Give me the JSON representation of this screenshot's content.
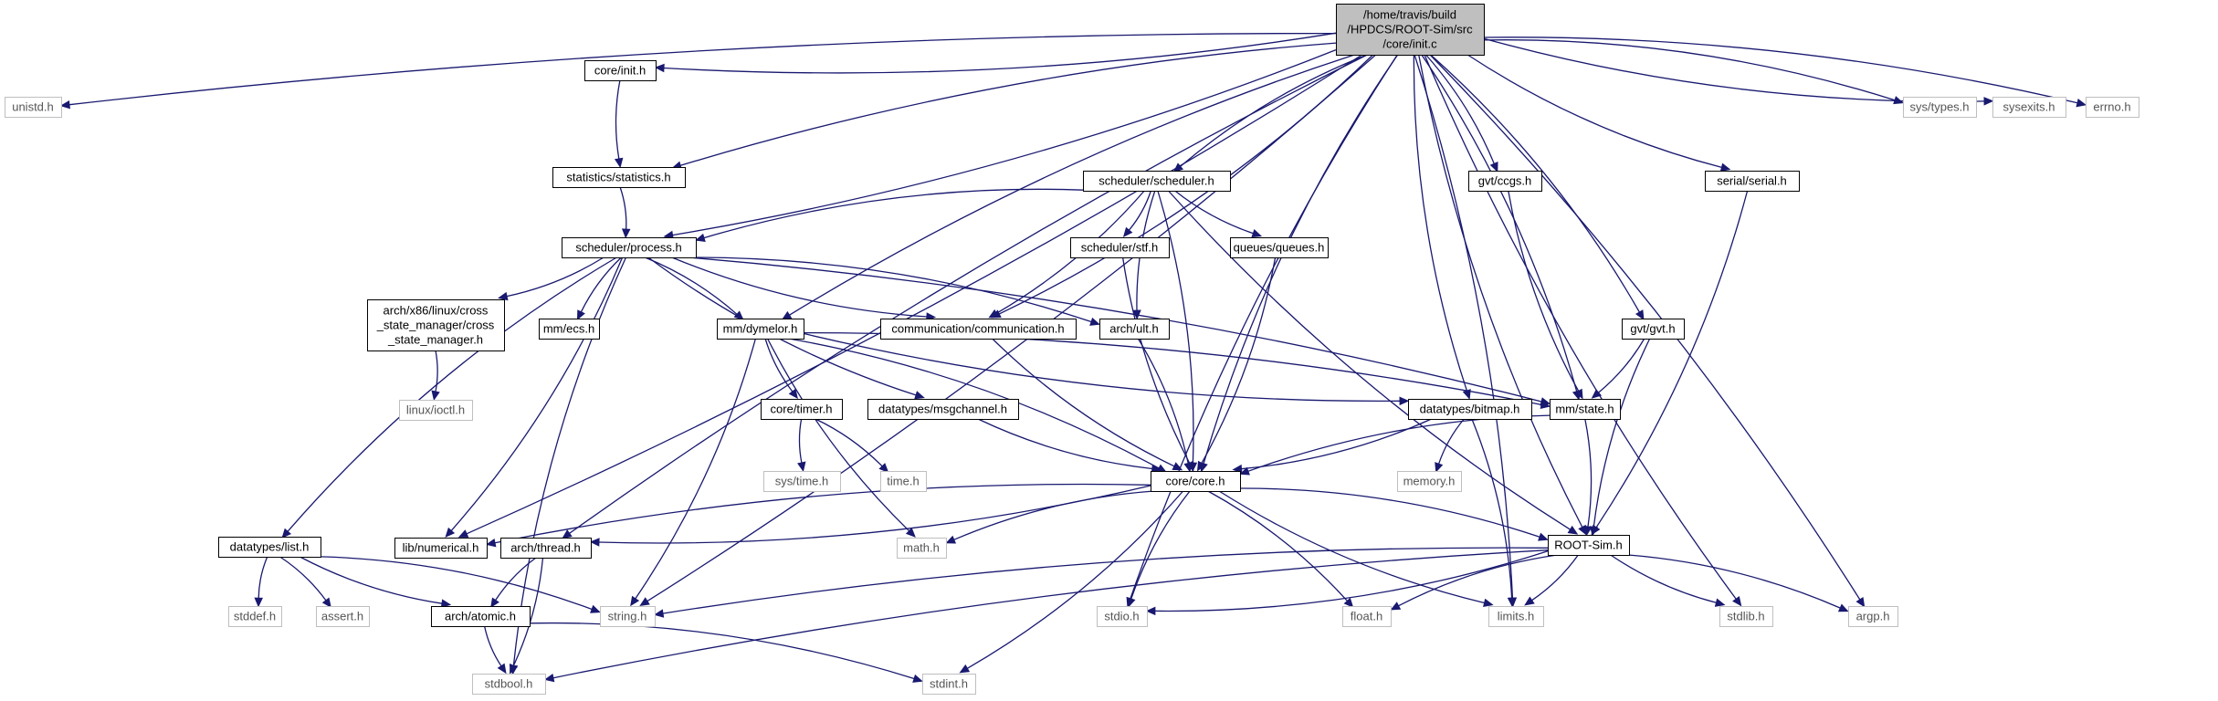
{
  "graph": {
    "root": "/home/travis/build/HPDCS/ROOT-Sim/src/core/init.c",
    "root_lines": [
      "/home/travis/build",
      "/HPDCS/ROOT-Sim/src",
      "/core/init.c"
    ],
    "nodes": [
      {
        "id": "init_c",
        "label": "/home/travis/build\n/HPDCS/ROOT-Sim/src\n/core/init.c",
        "kind": "root"
      },
      {
        "id": "unistd",
        "label": "unistd.h",
        "kind": "system"
      },
      {
        "id": "core_init_h",
        "label": "core/init.h",
        "kind": "project"
      },
      {
        "id": "statistics",
        "label": "statistics/statistics.h",
        "kind": "project"
      },
      {
        "id": "process",
        "label": "scheduler/process.h",
        "kind": "project"
      },
      {
        "id": "scheduler",
        "label": "scheduler/scheduler.h",
        "kind": "project"
      },
      {
        "id": "gvt_ccgs",
        "label": "gvt/ccgs.h",
        "kind": "project"
      },
      {
        "id": "serial",
        "label": "serial/serial.h",
        "kind": "project"
      },
      {
        "id": "sys_types",
        "label": "sys/types.h",
        "kind": "system"
      },
      {
        "id": "sysexits",
        "label": "sysexits.h",
        "kind": "system"
      },
      {
        "id": "errno",
        "label": "errno.h",
        "kind": "system"
      },
      {
        "id": "cross_state",
        "label": "arch/x86/linux/cross\n_state_manager/cross\n_state_manager.h",
        "kind": "project"
      },
      {
        "id": "mm_ecs",
        "label": "mm/ecs.h",
        "kind": "project"
      },
      {
        "id": "dymelor",
        "label": "mm/dymelor.h",
        "kind": "project"
      },
      {
        "id": "communication",
        "label": "communication/communication.h",
        "kind": "project"
      },
      {
        "id": "arch_ult",
        "label": "arch/ult.h",
        "kind": "project"
      },
      {
        "id": "sched_stf",
        "label": "scheduler/stf.h",
        "kind": "project"
      },
      {
        "id": "queues",
        "label": "queues/queues.h",
        "kind": "project"
      },
      {
        "id": "gvt_gvt",
        "label": "gvt/gvt.h",
        "kind": "project"
      },
      {
        "id": "linux_ioctl",
        "label": "linux/ioctl.h",
        "kind": "system"
      },
      {
        "id": "core_timer",
        "label": "core/timer.h",
        "kind": "project"
      },
      {
        "id": "msgchannel",
        "label": "datatypes/msgchannel.h",
        "kind": "project"
      },
      {
        "id": "bitmap",
        "label": "datatypes/bitmap.h",
        "kind": "project"
      },
      {
        "id": "mm_state",
        "label": "mm/state.h",
        "kind": "project"
      },
      {
        "id": "sys_time",
        "label": "sys/time.h",
        "kind": "system"
      },
      {
        "id": "time_h",
        "label": "time.h",
        "kind": "system"
      },
      {
        "id": "memory",
        "label": "memory.h",
        "kind": "system"
      },
      {
        "id": "core_core",
        "label": "core/core.h",
        "kind": "project"
      },
      {
        "id": "dt_list",
        "label": "datatypes/list.h",
        "kind": "project"
      },
      {
        "id": "numerical",
        "label": "lib/numerical.h",
        "kind": "project"
      },
      {
        "id": "arch_thread",
        "label": "arch/thread.h",
        "kind": "project"
      },
      {
        "id": "math",
        "label": "math.h",
        "kind": "system"
      },
      {
        "id": "rootsim",
        "label": "ROOT-Sim.h",
        "kind": "project"
      },
      {
        "id": "stddef",
        "label": "stddef.h",
        "kind": "system"
      },
      {
        "id": "assert",
        "label": "assert.h",
        "kind": "system"
      },
      {
        "id": "arch_atomic",
        "label": "arch/atomic.h",
        "kind": "project"
      },
      {
        "id": "string",
        "label": "string.h",
        "kind": "system"
      },
      {
        "id": "stdio",
        "label": "stdio.h",
        "kind": "system"
      },
      {
        "id": "float",
        "label": "float.h",
        "kind": "system"
      },
      {
        "id": "limits",
        "label": "limits.h",
        "kind": "system"
      },
      {
        "id": "stdlib",
        "label": "stdlib.h",
        "kind": "system"
      },
      {
        "id": "argp",
        "label": "argp.h",
        "kind": "system"
      },
      {
        "id": "stdbool",
        "label": "stdbool.h",
        "kind": "system"
      },
      {
        "id": "stdint",
        "label": "stdint.h",
        "kind": "system"
      }
    ],
    "edges": [
      [
        "init_c",
        "unistd"
      ],
      [
        "init_c",
        "core_init_h"
      ],
      [
        "init_c",
        "statistics"
      ],
      [
        "init_c",
        "process"
      ],
      [
        "init_c",
        "scheduler"
      ],
      [
        "init_c",
        "gvt_ccgs"
      ],
      [
        "init_c",
        "serial"
      ],
      [
        "init_c",
        "sys_types"
      ],
      [
        "init_c",
        "sysexits"
      ],
      [
        "init_c",
        "errno"
      ],
      [
        "init_c",
        "dymelor"
      ],
      [
        "init_c",
        "communication"
      ],
      [
        "init_c",
        "bitmap"
      ],
      [
        "init_c",
        "mm_state"
      ],
      [
        "init_c",
        "core_core"
      ],
      [
        "init_c",
        "gvt_gvt"
      ],
      [
        "init_c",
        "rootsim"
      ],
      [
        "init_c",
        "numerical"
      ],
      [
        "init_c",
        "arch_thread"
      ],
      [
        "init_c",
        "string"
      ],
      [
        "init_c",
        "stdio"
      ],
      [
        "init_c",
        "limits"
      ],
      [
        "init_c",
        "stdlib"
      ],
      [
        "init_c",
        "argp"
      ],
      [
        "core_init_h",
        "statistics"
      ],
      [
        "statistics",
        "process"
      ],
      [
        "scheduler",
        "process"
      ],
      [
        "scheduler",
        "communication"
      ],
      [
        "scheduler",
        "arch_ult"
      ],
      [
        "scheduler",
        "sched_stf"
      ],
      [
        "scheduler",
        "queues"
      ],
      [
        "scheduler",
        "core_core"
      ],
      [
        "scheduler",
        "rootsim"
      ],
      [
        "process",
        "cross_state"
      ],
      [
        "process",
        "mm_ecs"
      ],
      [
        "process",
        "dymelor"
      ],
      [
        "process",
        "communication"
      ],
      [
        "process",
        "arch_ult"
      ],
      [
        "process",
        "msgchannel"
      ],
      [
        "process",
        "mm_state"
      ],
      [
        "process",
        "dt_list"
      ],
      [
        "process",
        "numerical"
      ],
      [
        "process",
        "stdbool"
      ],
      [
        "cross_state",
        "linux_ioctl"
      ],
      [
        "dymelor",
        "core_timer"
      ],
      [
        "dymelor",
        "core_core"
      ],
      [
        "dymelor",
        "bitmap"
      ],
      [
        "dymelor",
        "mm_state"
      ],
      [
        "dymelor",
        "math"
      ],
      [
        "dymelor",
        "string"
      ],
      [
        "communication",
        "core_core"
      ],
      [
        "arch_ult",
        "core_core"
      ],
      [
        "sched_stf",
        "core_core"
      ],
      [
        "queues",
        "core_core"
      ],
      [
        "gvt_ccgs",
        "mm_state"
      ],
      [
        "gvt_gvt",
        "mm_state"
      ],
      [
        "gvt_gvt",
        "rootsim"
      ],
      [
        "serial",
        "rootsim"
      ],
      [
        "core_timer",
        "sys_time"
      ],
      [
        "core_timer",
        "time_h"
      ],
      [
        "msgchannel",
        "core_core"
      ],
      [
        "bitmap",
        "core_core"
      ],
      [
        "bitmap",
        "memory"
      ],
      [
        "bitmap",
        "limits"
      ],
      [
        "mm_state",
        "core_core"
      ],
      [
        "mm_state",
        "rootsim"
      ],
      [
        "core_core",
        "numerical"
      ],
      [
        "core_core",
        "arch_thread"
      ],
      [
        "core_core",
        "math"
      ],
      [
        "core_core",
        "rootsim"
      ],
      [
        "core_core",
        "stdio"
      ],
      [
        "core_core",
        "float"
      ],
      [
        "core_core",
        "limits"
      ],
      [
        "core_core",
        "stdint"
      ],
      [
        "dt_list",
        "stddef"
      ],
      [
        "dt_list",
        "assert"
      ],
      [
        "dt_list",
        "arch_atomic"
      ],
      [
        "dt_list",
        "string"
      ],
      [
        "arch_thread",
        "arch_atomic"
      ],
      [
        "arch_thread",
        "stdbool"
      ],
      [
        "arch_atomic",
        "stdbool"
      ],
      [
        "arch_atomic",
        "stdint"
      ],
      [
        "rootsim",
        "string"
      ],
      [
        "rootsim",
        "stdio"
      ],
      [
        "rootsim",
        "float"
      ],
      [
        "rootsim",
        "limits"
      ],
      [
        "rootsim",
        "stdlib"
      ],
      [
        "rootsim",
        "argp"
      ],
      [
        "rootsim",
        "stdbool"
      ]
    ]
  },
  "colors": {
    "edge": "#191970",
    "project_border": "#000000",
    "system_border": "#bfbfbf",
    "root_fill": "#bfbfbf",
    "background": "#ffffff"
  }
}
